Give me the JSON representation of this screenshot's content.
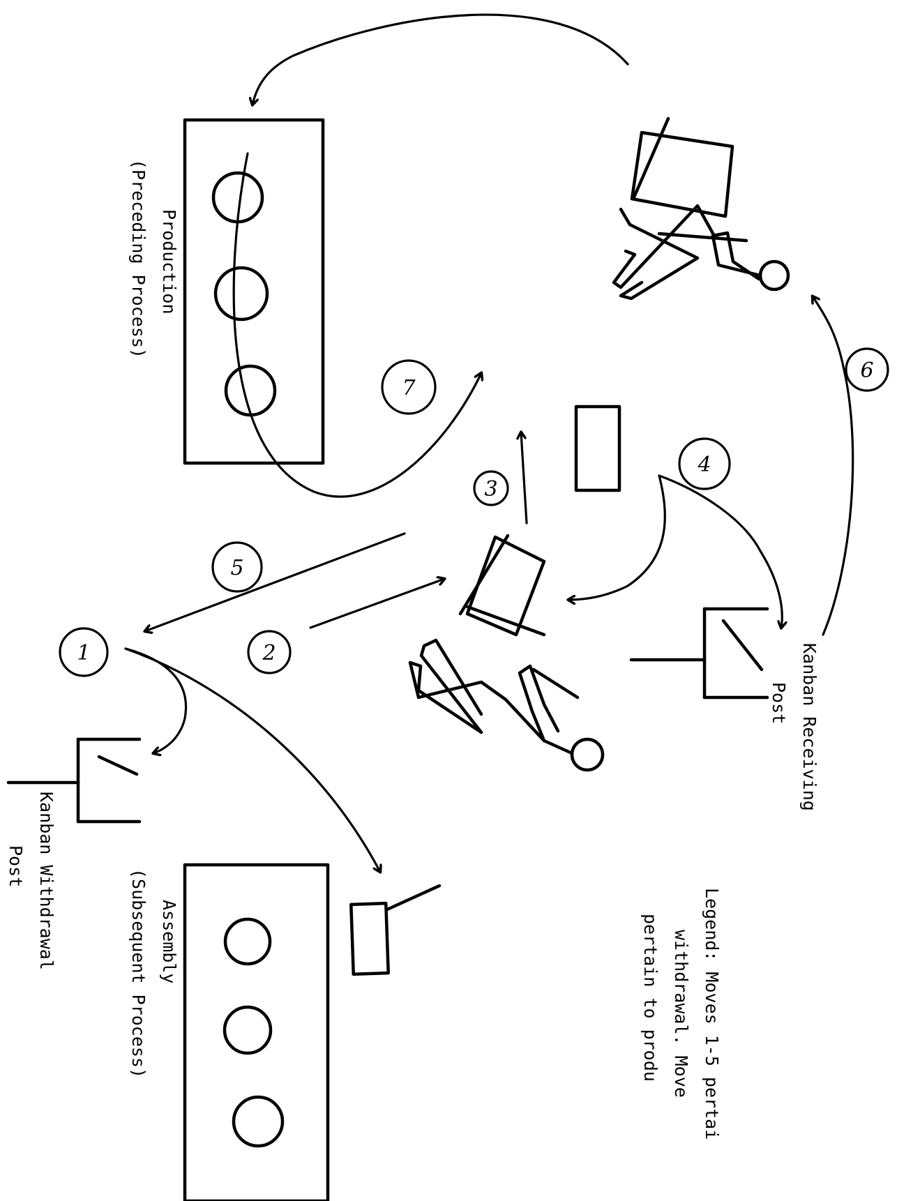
{
  "diagram": {
    "production_label": "Production",
    "production_sublabel": "(Preceding Process)",
    "assembly_label": "Assembly",
    "assembly_sublabel": "(Subsequent Process)",
    "kanban_receiving_label": "Kanban Receiving",
    "kanban_receiving_sublabel": "Post",
    "kanban_withdrawal_label": "Kanban Withdrawal",
    "kanban_withdrawal_sublabel": "Post",
    "legend_line1": "Legend: Moves 1-5 pertai",
    "legend_line2": "withdrawal. Move",
    "legend_line3": "pertain to produ",
    "move_labels": [
      "1",
      "2",
      "3",
      "4",
      "5",
      "6",
      "7"
    ]
  }
}
